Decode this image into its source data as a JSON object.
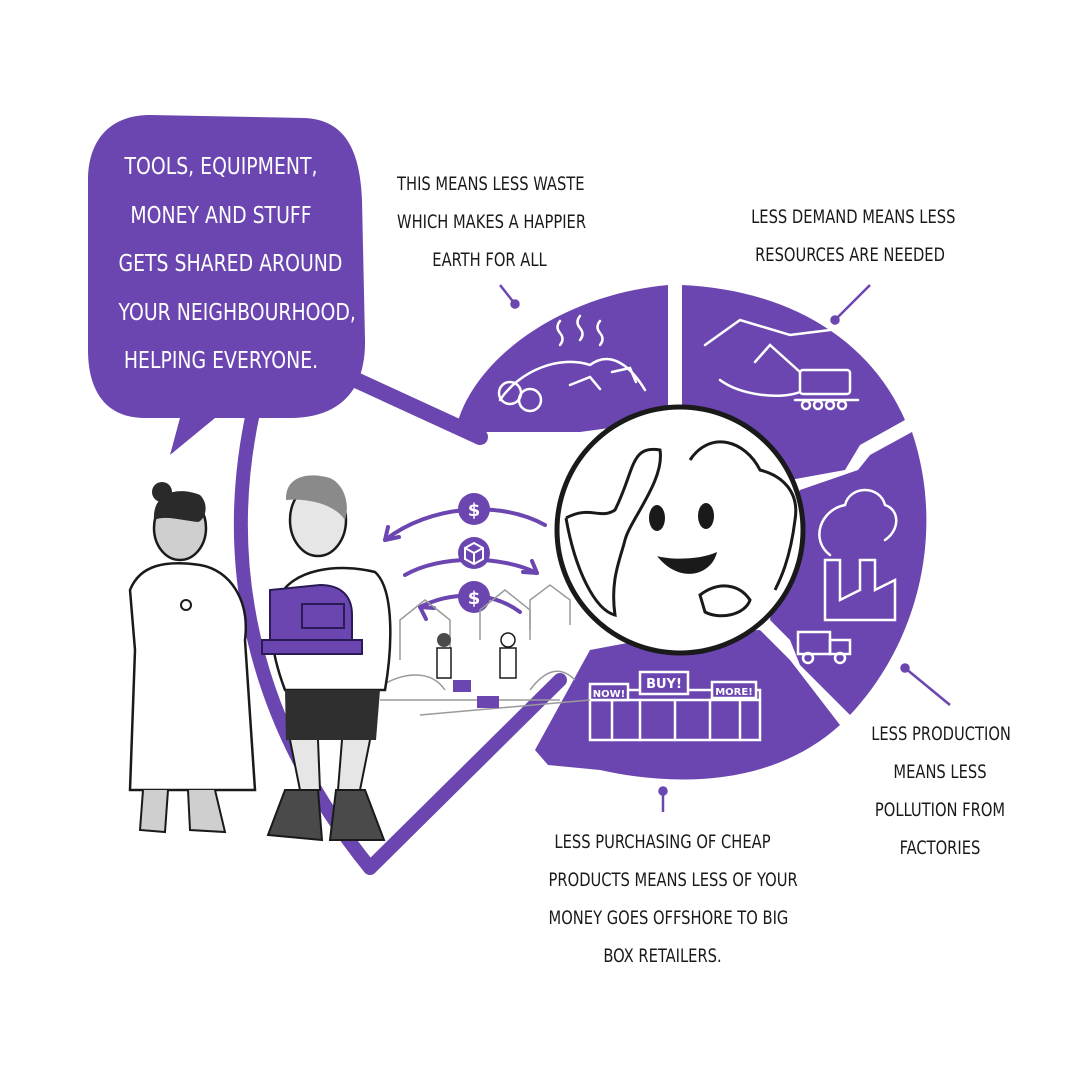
{
  "speech_bubble": {
    "lines": [
      "TOOLS, EQUIPMENT,",
      "MONEY AND STUFF",
      "GETS SHARED AROUND",
      "YOUR NEIGHBOURHOOD,",
      "HELPING EVERYONE."
    ]
  },
  "captions": {
    "waste": [
      "THIS MEANS LESS WASTE",
      "WHICH MAKES A HAPPIER",
      "EARTH FOR ALL"
    ],
    "demand": [
      "LESS DEMAND MEANS LESS",
      "RESOURCES ARE NEEDED"
    ],
    "production": [
      "LESS PRODUCTION",
      "MEANS LESS",
      "POLLUTION FROM",
      "FACTORIES"
    ],
    "purchasing": [
      "LESS PURCHASING OF CHEAP",
      "PRODUCTS MEANS LESS OF YOUR",
      "MONEY GOES OFFSHORE TO BIG",
      "BOX RETAILERS."
    ]
  },
  "store_signs": {
    "left": "NOW!",
    "center": "BUY!",
    "right": "MORE!"
  },
  "exchange_icons": {
    "top": "$",
    "bottom": "$"
  },
  "colors": {
    "accent": "#6b46b0",
    "ink": "#1a1a1a",
    "background": "#ffffff"
  },
  "icons": [
    "dollar-coin-icon",
    "box-icon",
    "smiling-earth-icon",
    "landfill-icon",
    "excavator-icon",
    "factory-icon",
    "big-box-store-icon"
  ]
}
